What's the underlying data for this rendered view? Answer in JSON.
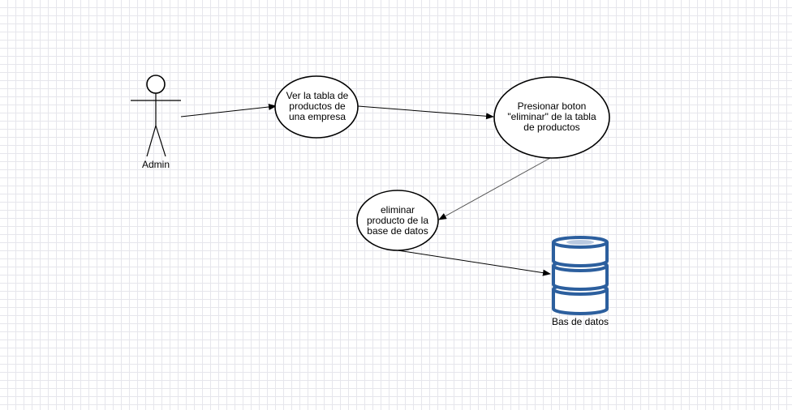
{
  "actor": {
    "name": "Admin"
  },
  "use_cases": [
    {
      "id": "uc1",
      "label": "Ver la tabla de\nproductos de\nuna empresa"
    },
    {
      "id": "uc2",
      "label": "Presionar boton\n\"eliminar\" de la tabla\nde productos"
    },
    {
      "id": "uc3",
      "label": "eliminar\nproducto de la\nbase de datos"
    }
  ],
  "database": {
    "label": "Bas de datos",
    "icon": "database-icon",
    "color": "#2c5f9e"
  },
  "colors": {
    "grid": "#e6e6ec",
    "stroke": "#000000"
  }
}
